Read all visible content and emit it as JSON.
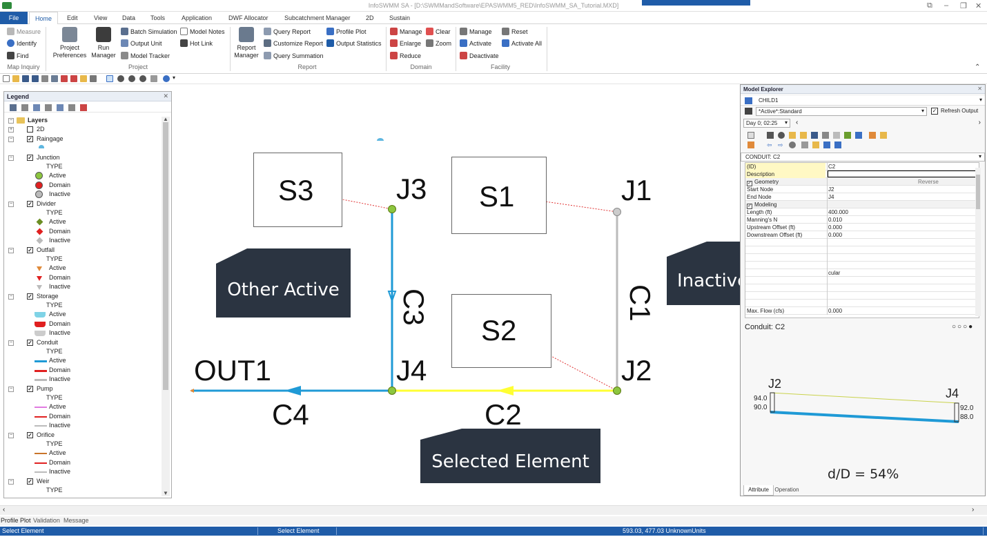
{
  "window": {
    "title": "InfoSWMM SA - [D:\\SWMMandSoftware\\EPASWMM5_RED\\InfoSWMM_SA_Tutorial.MXD]"
  },
  "ribbon_tabs": [
    "File",
    "Home",
    "Edit",
    "View",
    "Data",
    "Tools",
    "Application",
    "DWF Allocator",
    "Subcatchment Manager",
    "2D",
    "Sustain"
  ],
  "ribbon": {
    "map_inquiry": {
      "measure": "Measure",
      "identify": "Identify",
      "find": "Find",
      "group": "Map Inquiry"
    },
    "project": {
      "preferences_1": "Project",
      "preferences_2": "Preferences",
      "run_1": "Run",
      "run_2": "Manager",
      "batch": "Batch Simulation",
      "output_unit": "Output Unit",
      "model_tracker": "Model Tracker",
      "model_notes": "Model Notes",
      "hot_link": "Hot Link",
      "group": "Project"
    },
    "report": {
      "manager_1": "Report",
      "manager_2": "Manager",
      "query_report": "Query Report",
      "customize_report": "Customize Report",
      "query_summation": "Query Summation",
      "profile_plot": "Profile Plot",
      "output_statistics": "Output Statistics",
      "group": "Report"
    },
    "domain": {
      "manage": "Manage",
      "clear": "Clear",
      "enlarge": "Enlarge",
      "zoom": "Zoom",
      "reduce": "Reduce",
      "group": "Domain"
    },
    "facility": {
      "manage": "Manage",
      "reset": "Reset",
      "activate": "Activate",
      "activate_all": "Activate All",
      "deactivate": "Deactivate",
      "group": "Facility"
    }
  },
  "legend": {
    "title": "Legend",
    "rows": [
      {
        "label": "Layers",
        "type": "root"
      },
      {
        "label": "2D",
        "type": "layer",
        "checked": false,
        "expanded": false
      },
      {
        "label": "Raingage",
        "type": "layer",
        "checked": true
      },
      {
        "label": "",
        "type": "sym",
        "sym": "rain"
      },
      {
        "label": "Junction",
        "type": "layer",
        "checked": true
      },
      {
        "label": "TYPE",
        "type": "head"
      },
      {
        "label": "Active",
        "type": "sym",
        "sym": "circle",
        "color": "#8cc63f"
      },
      {
        "label": "Domain",
        "type": "sym",
        "sym": "circle",
        "color": "#e02020"
      },
      {
        "label": "Inactive",
        "type": "sym",
        "sym": "circle",
        "color": "#bbbbbb"
      },
      {
        "label": "Divider",
        "type": "layer",
        "checked": true
      },
      {
        "label": "TYPE",
        "type": "head"
      },
      {
        "label": "Active",
        "type": "sym",
        "sym": "diamond",
        "color": "#6b8e23"
      },
      {
        "label": "Domain",
        "type": "sym",
        "sym": "diamond",
        "color": "#e02020"
      },
      {
        "label": "Inactive",
        "type": "sym",
        "sym": "diamond",
        "color": "#bbbbbb"
      },
      {
        "label": "Outfall",
        "type": "layer",
        "checked": true
      },
      {
        "label": "TYPE",
        "type": "head"
      },
      {
        "label": "Active",
        "type": "sym",
        "sym": "tri",
        "color": "#e08a3a"
      },
      {
        "label": "Domain",
        "type": "sym",
        "sym": "tri",
        "color": "#e02020"
      },
      {
        "label": "Inactive",
        "type": "sym",
        "sym": "tri",
        "color": "#bbbbbb"
      },
      {
        "label": "Storage",
        "type": "layer",
        "checked": true
      },
      {
        "label": "TYPE",
        "type": "head"
      },
      {
        "label": "Active",
        "type": "sym",
        "sym": "bucket",
        "color": "#7fd3e6"
      },
      {
        "label": "Domain",
        "type": "sym",
        "sym": "bucket",
        "color": "#e02020"
      },
      {
        "label": "Inactive",
        "type": "sym",
        "sym": "bucket",
        "color": "#cccccc"
      },
      {
        "label": "Conduit",
        "type": "layer",
        "checked": true
      },
      {
        "label": "TYPE",
        "type": "head"
      },
      {
        "label": "Active",
        "type": "sym",
        "sym": "line",
        "color": "#1f9ad6"
      },
      {
        "label": "Domain",
        "type": "sym",
        "sym": "line",
        "color": "#e02020"
      },
      {
        "label": "Inactive",
        "type": "sym",
        "sym": "line",
        "color": "#bbbbbb"
      },
      {
        "label": "Pump",
        "type": "layer",
        "checked": true
      },
      {
        "label": "TYPE",
        "type": "head"
      },
      {
        "label": "Active",
        "type": "sym",
        "sym": "thin",
        "color": "#e07ae0"
      },
      {
        "label": "Domain",
        "type": "sym",
        "sym": "thin",
        "color": "#e02020"
      },
      {
        "label": "Inactive",
        "type": "sym",
        "sym": "thin",
        "color": "#bbbbbb"
      },
      {
        "label": "Orifice",
        "type": "layer",
        "checked": true
      },
      {
        "label": "TYPE",
        "type": "head"
      },
      {
        "label": "Active",
        "type": "sym",
        "sym": "thin",
        "color": "#c8742a"
      },
      {
        "label": "Domain",
        "type": "sym",
        "sym": "thin",
        "color": "#e02020"
      },
      {
        "label": "Inactive",
        "type": "sym",
        "sym": "thin",
        "color": "#bbbbbb"
      },
      {
        "label": "Weir",
        "type": "layer",
        "checked": true
      },
      {
        "label": "TYPE",
        "type": "head"
      }
    ]
  },
  "map": {
    "subcatchments": [
      "S3",
      "S1",
      "S2"
    ],
    "junctions": [
      "J3",
      "J1",
      "J4",
      "J2"
    ],
    "outfall": "OUT1",
    "conduits": [
      "C3",
      "C1",
      "C4",
      "C2"
    ],
    "callouts": {
      "other_active": "Other Active",
      "inactive": "Inactive Element",
      "selected": "Selected Element"
    }
  },
  "model_explorer": {
    "title": "Model Explorer",
    "scenario": "CHILD1",
    "facility": "*Active*:Standard",
    "refresh": "Refresh Output",
    "time": "Day 0;  02:25",
    "object": "CONDUIT: C2",
    "grid": [
      {
        "k": "(ID)",
        "v": "C2",
        "hl": true
      },
      {
        "k": "Description",
        "v": "",
        "hl": true
      },
      {
        "k": "Geometry",
        "v": "Reverse",
        "section": true
      },
      {
        "k": "Start Node",
        "v": "J2"
      },
      {
        "k": "End Node",
        "v": "J4"
      },
      {
        "k": "Modeling",
        "v": "",
        "section": true
      },
      {
        "k": "Length (ft)",
        "v": "400.000"
      },
      {
        "k": "Manning's N",
        "v": "0.010"
      },
      {
        "k": "Upstream Offset (ft)",
        "v": "0.000"
      },
      {
        "k": "Downstream Offset (ft)",
        "v": "0.000"
      },
      {
        "k": "",
        "v": ""
      },
      {
        "k": "",
        "v": ""
      },
      {
        "k": "",
        "v": ""
      },
      {
        "k": "",
        "v": ""
      },
      {
        "k": "",
        "v": "cular"
      },
      {
        "k": "",
        "v": ""
      },
      {
        "k": "",
        "v": ""
      },
      {
        "k": "",
        "v": ""
      },
      {
        "k": "",
        "v": ""
      },
      {
        "k": "Max. Flow (cfs)",
        "v": "0.000"
      }
    ],
    "profile": {
      "title": "Conduit: C2",
      "start": "J2",
      "end": "J4",
      "up_top": "94.0",
      "up_bot": "90.0",
      "dn_top": "92.0",
      "dn_bot": "88.0",
      "dd": "d/D = 54%"
    },
    "tabs": [
      "Attribute",
      "Operation"
    ]
  },
  "bottom_tabs": [
    "Profile Plot",
    "Validation",
    "Message"
  ],
  "status": {
    "left": "Select Element",
    "mid": "Select Element",
    "coords": "593.03, 477.03  UnknownUnits"
  },
  "colors": {
    "ribbon_blue": "#1f5ca8",
    "active_conduit": "#1f9ad6",
    "selected": "#ffff33",
    "inactive": "#bbbbbb",
    "callout": "#2b3441"
  }
}
